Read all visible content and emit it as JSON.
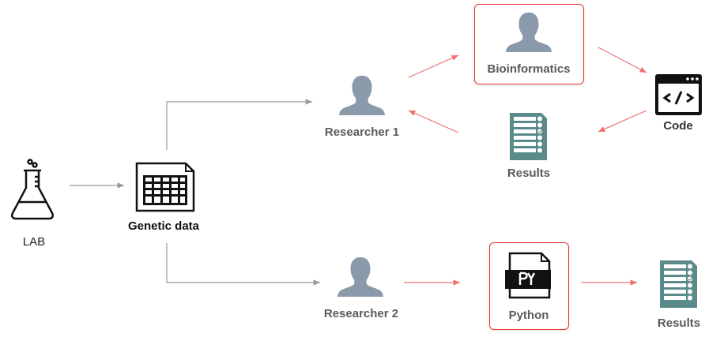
{
  "nodes": {
    "lab": "LAB",
    "genetic_data": "Genetic data",
    "researcher1": "Researcher 1",
    "researcher2": "Researcher 2",
    "bioinformatics": "Bioinformatics",
    "code": "Code",
    "results_top": "Results",
    "python": "Python",
    "results_bottom": "Results"
  },
  "icons": {
    "lab": "flask-icon",
    "genetic_data": "spreadsheet-icon",
    "person": "person-icon",
    "code": "code-window-icon",
    "results": "checklist-icon",
    "python": "python-file-icon",
    "python_glyph": "PY"
  },
  "colors": {
    "gray_arrow": "#999999",
    "red_arrow": "#f07070",
    "highlight_border": "#e53935",
    "person": "#8a9aab",
    "results": "#5b8a8b"
  }
}
